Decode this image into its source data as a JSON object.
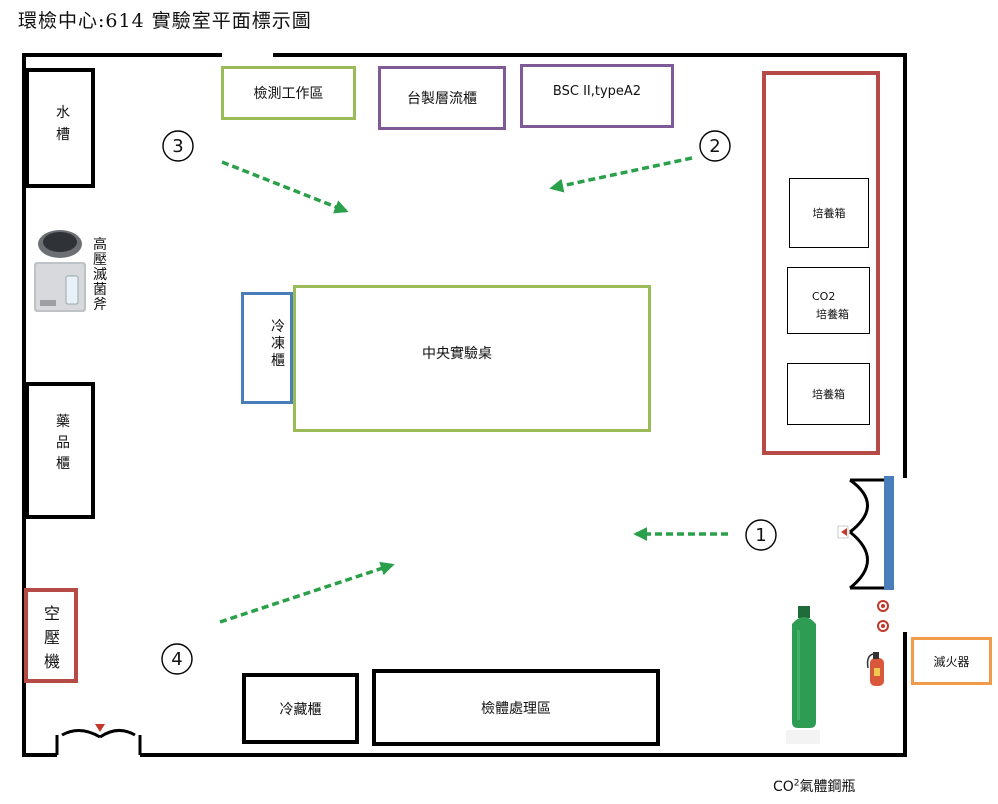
{
  "title": "環檢中心:614 實驗室平面標示圖",
  "rooms": {
    "sink": "水槽",
    "autoclave": "高壓滅菌斧",
    "chem_cabinet": "藥品櫃",
    "air_compressor": "空壓機",
    "inspection_area": "檢測工作區",
    "laminar_flow": "台製層流櫃",
    "bsc": "BSC II,typeA2",
    "freezer": "冷凍櫃",
    "central_bench": "中央實驗桌",
    "incubator_1": "培養箱",
    "incubator_co2_line1": "CO2",
    "incubator_co2_line2": "培養箱",
    "incubator_3": "培養箱",
    "refrigerator": "冷藏櫃",
    "specimen_area": "檢體處理區",
    "extinguisher": "滅火器",
    "co2_cylinder_main": "CO",
    "co2_cylinder_sup": "2",
    "co2_cylinder_rest": "氣體鋼瓶"
  },
  "markers": [
    "1",
    "2",
    "3",
    "4"
  ],
  "colors": {
    "wall": "#000000",
    "red": "#b54a47",
    "green": "#9bbb59",
    "purple": "#7f5a96",
    "blue": "#4a7ebb",
    "orange": "#f19a4a",
    "arrow": "#2aa04a"
  }
}
